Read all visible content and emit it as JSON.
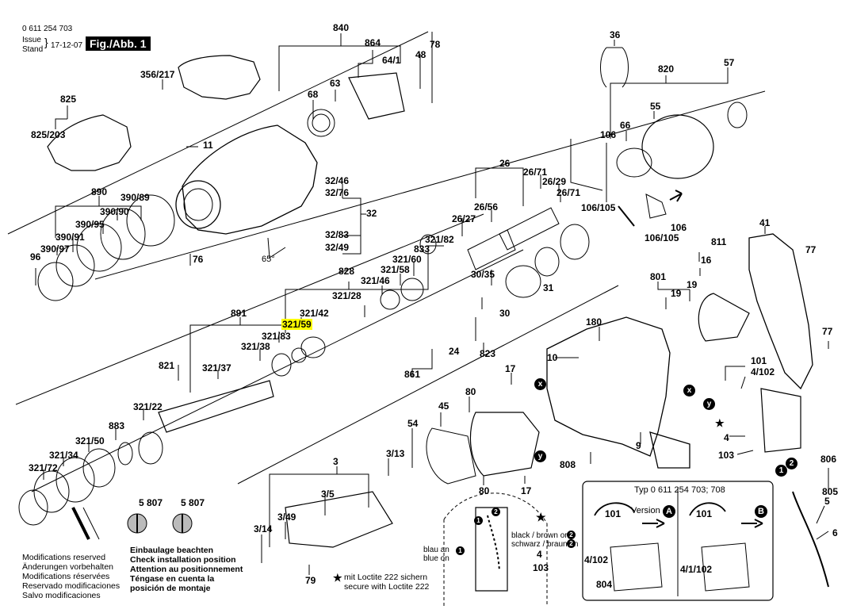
{
  "header": {
    "part_number": "0 611 254 703",
    "issue_label": "Issue",
    "stand_label": "Stand",
    "date": "17-12-07",
    "figure": "Fig./Abb. 1"
  },
  "labels": {
    "l840": "840",
    "l864": "864",
    "l78": "78",
    "l48": "48",
    "l64_1": "64/1",
    "l63": "63",
    "l68": "68",
    "l356_217": "356/217",
    "l825": "825",
    "l825_203": "825/203",
    "l11": "11",
    "l36": "36",
    "l820": "820",
    "l57": "57",
    "l55": "55",
    "l66": "66",
    "l106a": "106",
    "l106_105a": "106/105",
    "l106b": "106",
    "l106_105b": "106/105",
    "l26": "26",
    "l26_71a": "26/71",
    "l26_29": "26/29",
    "l26_71b": "26/71",
    "l26_56": "26/56",
    "l26_27": "26/27",
    "l32_46": "32/46",
    "l32_76": "32/76",
    "l32": "32",
    "l32_83": "32/83",
    "l32_49": "32/49",
    "l65deg": "65°",
    "l890": "890",
    "l390_89": "390/89",
    "l390_95": "390/95",
    "l390_90": "390/90",
    "l390_91": "390/91",
    "l390_97": "390/97",
    "l96": "96",
    "l76": "76",
    "l41": "41",
    "l77a": "77",
    "l811": "811",
    "l16": "16",
    "l801": "801",
    "l19a": "19",
    "l19b": "19",
    "l77b": "77",
    "l321_82": "321/82",
    "l833": "833",
    "l321_60": "321/60",
    "l321_58": "321/58",
    "l321_46": "321/46",
    "l828": "828",
    "l321_28": "321/28",
    "l30_35": "30/35",
    "l31": "31",
    "l30": "30",
    "l891": "891",
    "l321_42": "321/42",
    "l321_59": "321/59",
    "l321_83": "321/83",
    "l321_38": "321/38",
    "l821": "821",
    "l321_37": "321/37",
    "l321_22": "321/22",
    "l883": "883",
    "l321_50": "321/50",
    "l321_34": "321/34",
    "l321_72": "321/72",
    "l24": "24",
    "l861": "861",
    "l823": "823",
    "l180": "180",
    "l10": "10",
    "l17a": "17",
    "l101": "101",
    "l4_102": "4/102",
    "l4": "4",
    "l103": "103",
    "l9": "9",
    "l808": "808",
    "l45": "45",
    "l80a": "80",
    "l54": "54",
    "l3_13": "3/13",
    "l80b": "80",
    "l17b": "17",
    "l3": "3",
    "l3_5": "3/5",
    "l3_49": "3/49",
    "l3_14": "3/14",
    "l79": "79",
    "l806": "806",
    "l805": "805",
    "l5": "5",
    "l6": "6",
    "l5_807a": "5 807",
    "l5_807b": "5 807",
    "lx1": "x",
    "lx2": "x",
    "ly1": "y",
    "ly2": "y",
    "n1": "1",
    "n2": "2"
  },
  "footer_left": {
    "line1": "Modifications reserved",
    "line2": "Änderungen vorbehalten",
    "line3": "Modifications réservées",
    "line4": "Reservado modificaciones",
    "line5": "Salvo modificaciones"
  },
  "footer_install": {
    "line1": "Einbaulage beachten",
    "line2": "Check installation position",
    "line3": "Attention au positionnement",
    "line4": "Téngase en cuenta la",
    "line5": "posición de montaje"
  },
  "wiring_notes": {
    "blue_de": "blau an",
    "blue_en": "blue on",
    "black_en": "black / brown on",
    "black_de": "schwarz / braun an",
    "loctite_de": "mit Loctite 222 sichern",
    "loctite_en": "secure with Loctite 222",
    "part_4": "4",
    "part_103": "103"
  },
  "version_box": {
    "title": "Typ 0 611 254 703; 708",
    "version_label": "Version",
    "badge_a": "A",
    "badge_b": "B",
    "l101a": "101",
    "l4_102": "4/102",
    "l804": "804",
    "l101b": "101",
    "l4_1_102": "4/1/102"
  },
  "colors": {
    "highlight": "#ffff00",
    "line": "#000000",
    "paper": "#ffffff"
  }
}
